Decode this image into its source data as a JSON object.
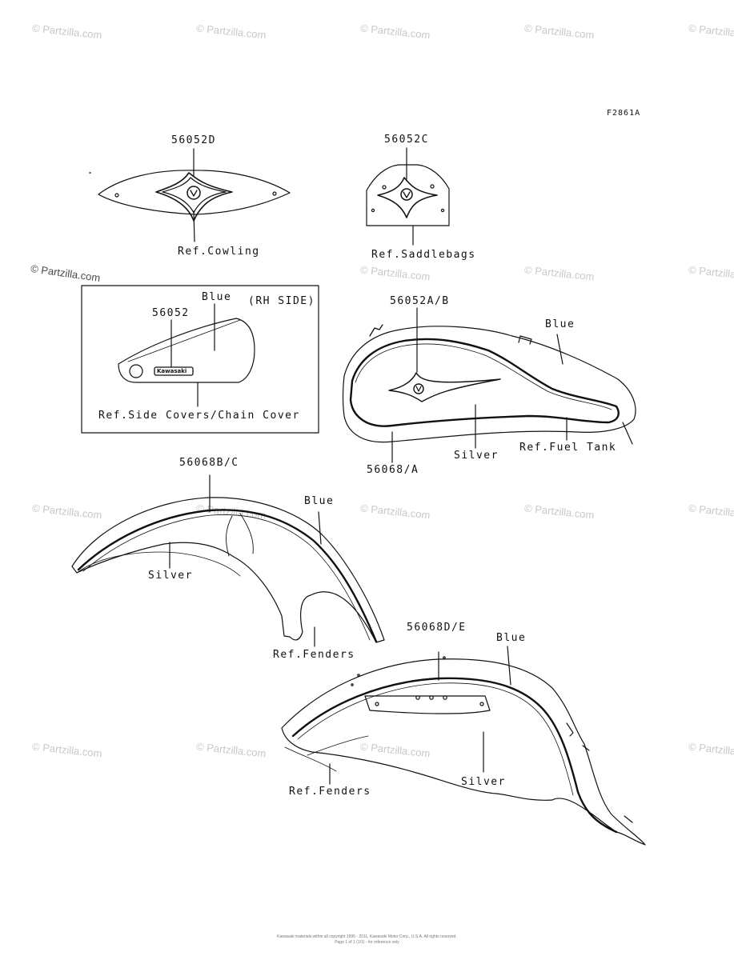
{
  "figure_code": "F2861A",
  "watermark": "© Partzilla.com",
  "parts": {
    "cowling_emblem": "56052D",
    "saddlebag_emblem": "56052C",
    "side_cover_emblem": "56052",
    "tank_emblem": "56052A/B",
    "tank_stripe": "56068/A",
    "front_fender_stripe": "56068B/C",
    "rear_fender_stripe": "56068D/E"
  },
  "refs": {
    "cowling": "Ref.Cowling",
    "saddlebags": "Ref.Saddlebags",
    "side_covers": "Ref.Side Covers/Chain Cover",
    "fuel_tank": "Ref.Fuel Tank",
    "front_fenders": "Ref.Fenders",
    "rear_fenders": "Ref.Fenders"
  },
  "colors": {
    "side_cover": "Blue",
    "rh_side": "(RH SIDE)",
    "tank_blue": "Blue",
    "tank_silver": "Silver",
    "front_blue": "Blue",
    "front_silver": "Silver",
    "rear_blue": "Blue",
    "rear_silver": "Silver"
  },
  "side_cover_badge": "Kawasaki",
  "footer": {
    "line1": "Kawasaki materials within all copyright 1995 - 2011, Kawasaki Motor Corp., U.S.A. All rights reserved.",
    "line2": "Page 1 of 1 (1/1) - for reference only"
  }
}
